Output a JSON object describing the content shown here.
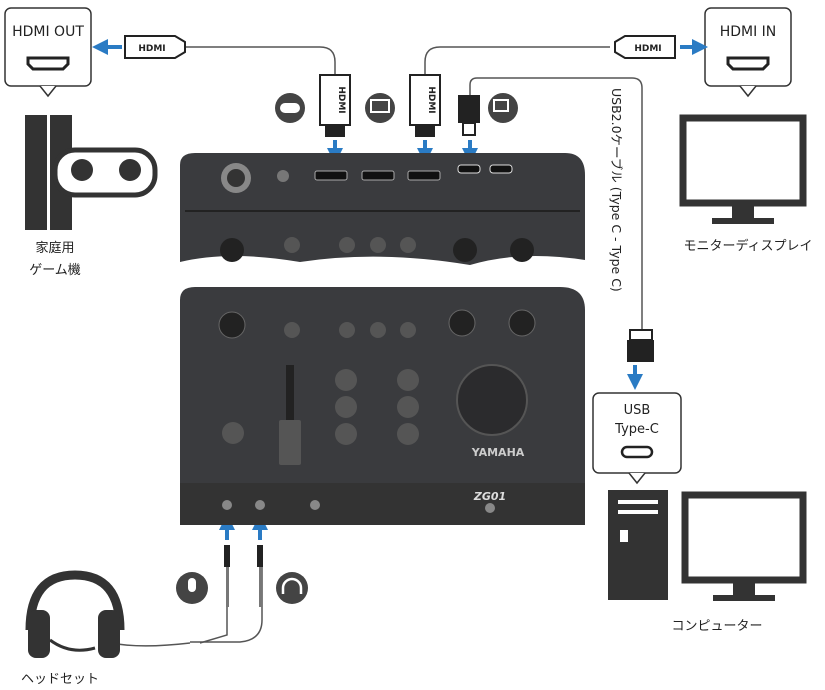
{
  "labels": {
    "hdmi_out": "HDMI OUT",
    "hdmi_in": "HDMI IN",
    "hdmi_plug": "HDMI",
    "game_console_line1": "家庭用",
    "game_console_line2": "ゲーム機",
    "monitor": "モニターディスプレイ",
    "usb_cable": "USB2.0ケーブル (Type C - Type C)",
    "usb_port_line1": "USB",
    "usb_port_line2": "Type-C",
    "computer": "コンピューター",
    "headset": "ヘッドセット",
    "brand": "YAMAHA",
    "model": "ZG01"
  },
  "colors": {
    "arrow": "#2a7bc4",
    "device": "#3a3b3e",
    "line": "#555555"
  }
}
